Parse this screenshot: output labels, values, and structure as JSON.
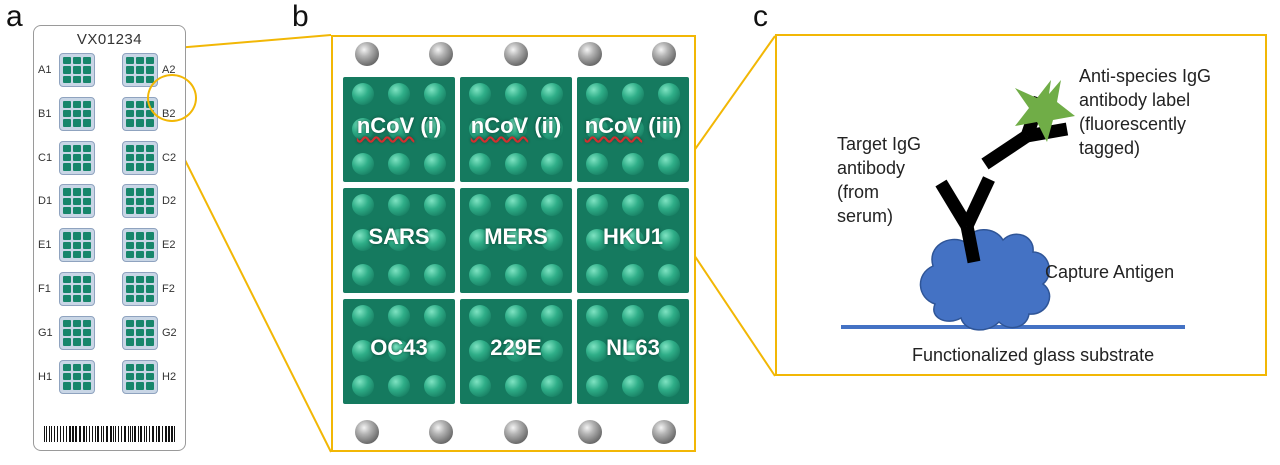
{
  "panels": {
    "a": "a",
    "b": "b",
    "c": "c"
  },
  "slide": {
    "id": "VX01234",
    "left_wells": [
      "A1",
      "B1",
      "C1",
      "D1",
      "E1",
      "F1",
      "G1",
      "H1"
    ],
    "right_wells": [
      "A2",
      "B2",
      "C2",
      "D2",
      "E2",
      "F2",
      "G2",
      "H2"
    ]
  },
  "well_layout": [
    [
      "nCoV (i)",
      "nCoV (ii)",
      "nCoV (iii)"
    ],
    [
      "SARS",
      "MERS",
      "HKU1"
    ],
    [
      "OC43",
      "229E",
      "NL63"
    ]
  ],
  "assay": {
    "target_label": "Target IgG\nantibody\n(from\nserum)",
    "label_antibody": "Anti-species IgG\nantibody label\n(fluorescently\ntagged)",
    "capture": "Capture Antigen",
    "substrate": "Functionalized glass substrate"
  },
  "colors": {
    "well_green": "#157a5f",
    "highlight": "#f2b705",
    "antigen": "#4472c4",
    "star": "#70ad47",
    "antibody": "#000000"
  }
}
